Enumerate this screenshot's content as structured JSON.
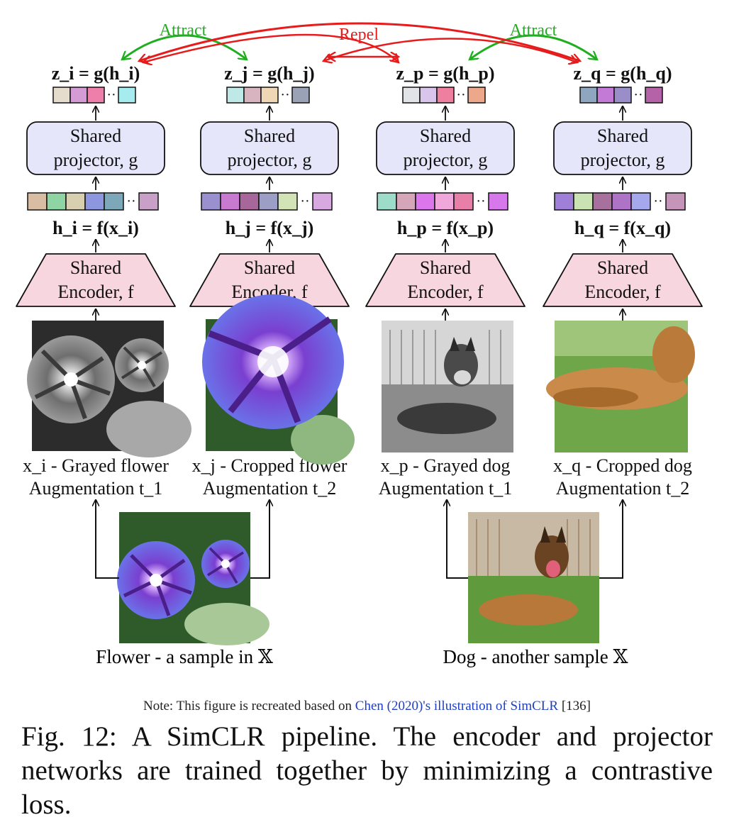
{
  "colors": {
    "attract": "#1fae1f",
    "repel": "#e61c1c",
    "projector_fill": "#e6e6fa",
    "encoder_fill": "#f8d6e0",
    "note_link": "#1f3fbf"
  },
  "arrows": {
    "attract_left": "Attract",
    "attract_right": "Attract",
    "repel": "Repel"
  },
  "columns": [
    {
      "z_label": "z_i = g(h_i)",
      "projector_line1": "Shared",
      "projector_line2": "projector, g",
      "h_label": "h_i = f(x_i)",
      "encoder_line1": "Shared",
      "encoder_line2": "Encoder, f",
      "image_name": "grayed-flower-image",
      "sample_label": "x_i - Grayed flower",
      "augmentation": "Augmentation t_1",
      "z_colors": [
        "#e6dccd",
        "#d59bd4",
        "#ee7fab",
        "#a6ecef"
      ],
      "h_colors": [
        "#d9bda2",
        "#8fd4a3",
        "#d8cfb0",
        "#8d97e0",
        "#7da8ba",
        "#c8a0c8"
      ]
    },
    {
      "z_label": "z_j = g(h_j)",
      "projector_line1": "Shared",
      "projector_line2": "projector, g",
      "h_label": "h_j = f(x_j)",
      "encoder_line1": "Shared",
      "encoder_line2": "Encoder, f",
      "image_name": "cropped-flower-image",
      "sample_label": "x_j - Cropped flower",
      "augmentation": "Augmentation t_2",
      "z_colors": [
        "#bfe9e6",
        "#d8b4c0",
        "#efd7b6",
        "#9aa2b5"
      ],
      "h_colors": [
        "#9a8fcf",
        "#c77ad0",
        "#a8679a",
        "#9d9ec6",
        "#d2e3b6",
        "#d8a8e0"
      ]
    },
    {
      "z_label": "z_p = g(h_p)",
      "projector_line1": "Shared",
      "projector_line2": "projector, g",
      "h_label": "h_p = f(x_p)",
      "encoder_line1": "Shared",
      "encoder_line2": "Encoder, f",
      "image_name": "grayed-dog-image",
      "sample_label": "x_p - Grayed dog",
      "augmentation": "Augmentation t_1",
      "z_colors": [
        "#e1e3e6",
        "#d9c5ec",
        "#ee7f9e",
        "#eda88c"
      ],
      "h_colors": [
        "#9ddcc9",
        "#d4a6b8",
        "#dc76ec",
        "#f0a8dc",
        "#e77fa8",
        "#d678ec"
      ]
    },
    {
      "z_label": "z_q = g(h_q)",
      "projector_line1": "Shared",
      "projector_line2": "projector, g",
      "h_label": "h_q = f(x_q)",
      "encoder_line1": "Shared",
      "encoder_line2": "Encoder, f",
      "image_name": "cropped-dog-image",
      "sample_label": "x_q - Cropped dog",
      "augmentation": "Augmentation t_2",
      "z_colors": [
        "#8fa6c0",
        "#c27ad6",
        "#9a8ec8",
        "#b562a8"
      ],
      "h_colors": [
        "#a07fd8",
        "#c9e3b2",
        "#a8709c",
        "#ae73c6",
        "#a5a8ec",
        "#c495b8"
      ]
    }
  ],
  "samples": {
    "flower": "Flower - a sample in 𝕏",
    "dog": "Dog - another sample 𝕏"
  },
  "note": {
    "prefix": "Note: This figure is recreated based on",
    "link": "Chen (2020)'s illustration of SimCLR",
    "ref": "[136]"
  },
  "caption": "Fig. 12: A SimCLR pipeline. The encoder and projector networks are trained together by minimizing a contrastive loss."
}
